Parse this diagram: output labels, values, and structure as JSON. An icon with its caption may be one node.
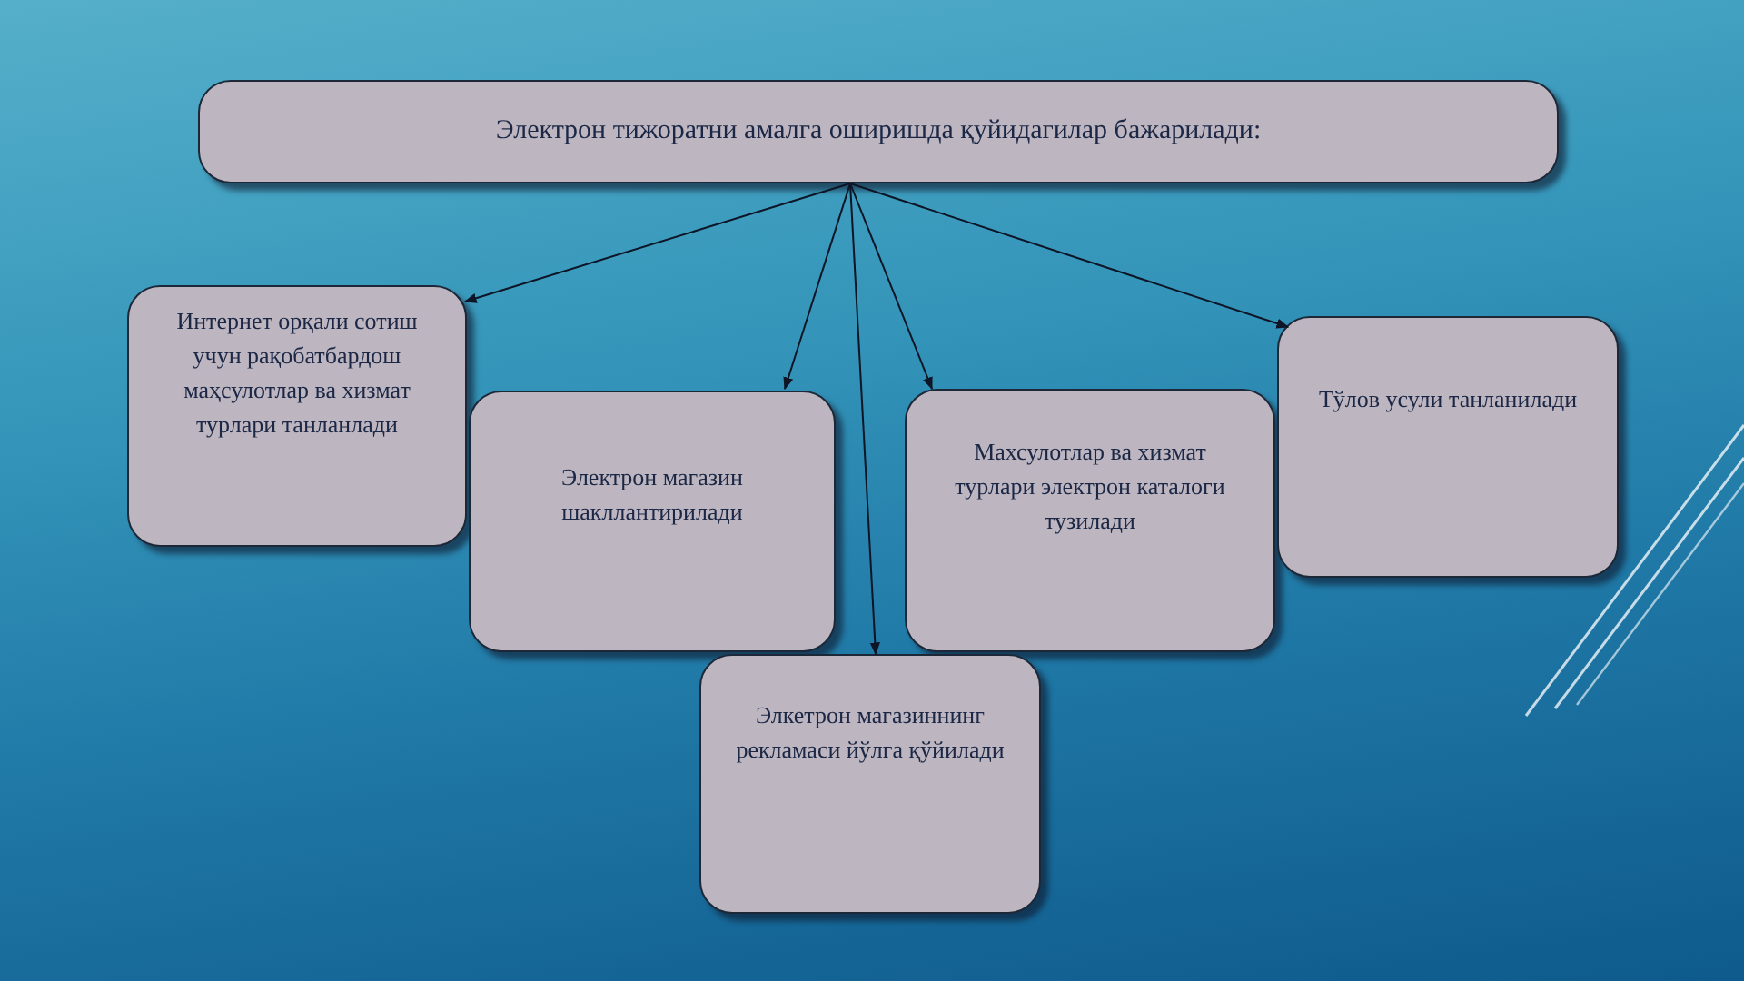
{
  "diagram": {
    "nodes": [
      {
        "text": [
          "Электрон тижоратни амалга оширишда қуйидагилар бажарилади:"
        ]
      },
      {
        "text": [
          "Интернет орқали сотиш учун рақобатбардош маҳсулотлар ва хизмат турлари танланлади"
        ]
      },
      {
        "text": [
          "Электрон магазин шакллантирилади"
        ]
      },
      {
        "text": [
          "Махсулотлар ва хизмат турлари электрон каталоги тузилади"
        ]
      },
      {
        "text": [
          "Тўлов усули танланилади"
        ]
      },
      {
        "text": [
          "Элкетрон магазиннинг рекламаси йўлга қўйилади"
        ]
      }
    ],
    "edges": [
      {
        "from": 0,
        "to": 1,
        "arrow": "to"
      },
      {
        "from": 0,
        "to": 2,
        "arrow": "to"
      },
      {
        "from": 0,
        "to": 5,
        "arrow": "to"
      },
      {
        "from": 0,
        "to": 3,
        "arrow": "to"
      },
      {
        "from": 0,
        "to": 4,
        "arrow": "to"
      }
    ]
  }
}
